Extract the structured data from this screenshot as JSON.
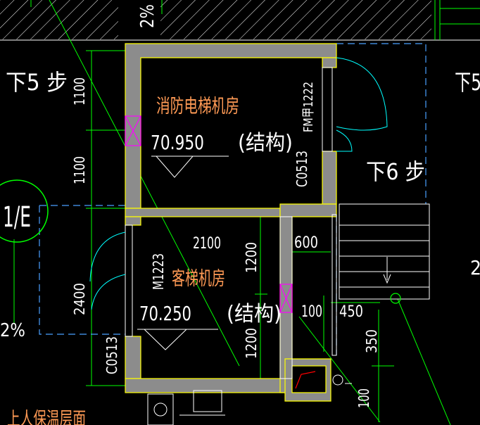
{
  "colors": {
    "background": "#000000",
    "wall_fill": "#8c8c8c",
    "wall_edge": "#ffff00",
    "room_label": "#ff9a55",
    "white_text": "#ffffff",
    "green_line": "#00ff00",
    "cyan_line": "#00ffff",
    "blue_dash": "#4aa0ff",
    "magenta": "#ff00ff",
    "red": "#ff0000"
  },
  "rooms": [
    {
      "name": "消防电梯机房",
      "elevation": "70.950",
      "note": "(结构)"
    },
    {
      "name": "客梯机房",
      "elevation": "70.250",
      "note": "(结构)"
    }
  ],
  "doors": [
    {
      "code": "FM甲1222"
    },
    {
      "code": "M1223"
    }
  ],
  "openings": [
    {
      "code": "C0513"
    },
    {
      "code": "C0513"
    }
  ],
  "steps": [
    {
      "label": "下5 步"
    },
    {
      "label": "下6 步"
    },
    {
      "label": "下5"
    }
  ],
  "slope_labels": [
    "2%",
    "2%"
  ],
  "axis": {
    "label": "1/E"
  },
  "dimensions": [
    "1100",
    "1100",
    "2400",
    "2100",
    "1200",
    "1200",
    "600",
    "100",
    "450",
    "350",
    "100"
  ],
  "edge_numbers": [
    "2"
  ],
  "bottom_label": "上人保温层面"
}
